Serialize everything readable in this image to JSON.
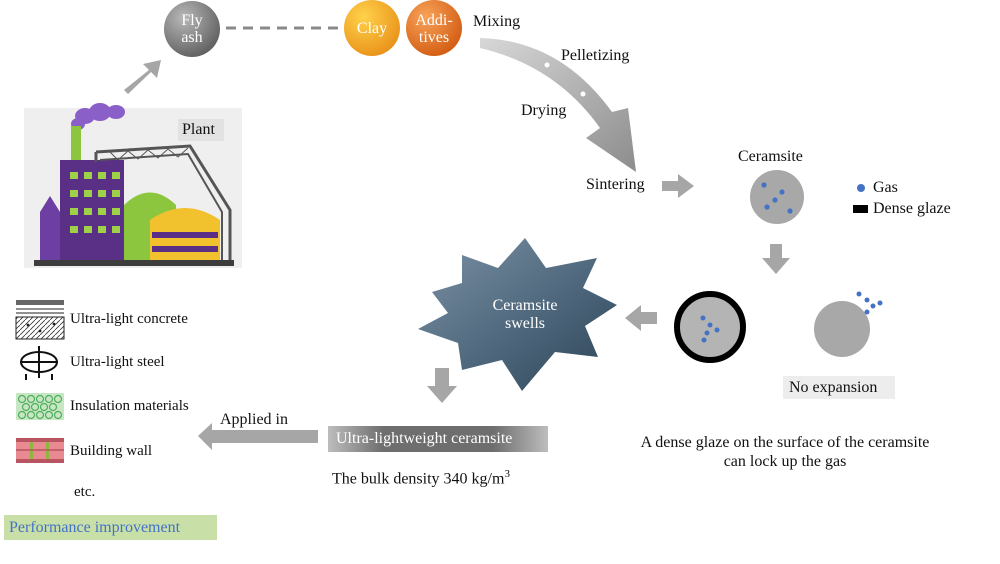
{
  "top_flow": {
    "fly_ash": [
      "Fly",
      "ash"
    ],
    "clay": "Clay",
    "additives": [
      "Addi-",
      "tives"
    ],
    "steps": [
      "Mixing",
      "Pelletizing",
      "Drying",
      "Sintering"
    ]
  },
  "plant_label": "Plant",
  "ceramsite": {
    "title": "Ceramsite",
    "legend": [
      {
        "label": "Gas",
        "symbol": "dot",
        "color": "#4472c4"
      },
      {
        "label": "Dense glaze",
        "symbol": "bar",
        "color": "#000000"
      }
    ],
    "no_expansion": "No expansion",
    "glaze_note": [
      "A dense glaze on the surface of the ceramsite",
      "can lock up the gas"
    ]
  },
  "swells": [
    "Ceramsite",
    "swells"
  ],
  "product": {
    "label": "Ultra-lightweight ceramsite",
    "density_prefix": "The bulk density 340 kg/m",
    "density_sup": "3"
  },
  "applied_in": "Applied in",
  "applications": [
    {
      "label": "Ultra-light concrete",
      "icon": "concrete-icon"
    },
    {
      "label": "Ultra-light steel",
      "icon": "steel-icon"
    },
    {
      "label": "Insulation materials",
      "icon": "insulation-icon"
    },
    {
      "label": "Building wall",
      "icon": "brick-wall-icon"
    }
  ],
  "etc": "etc.",
  "performance": "Performance improvement",
  "colors": {
    "grey_arrow": "#a6a6a6",
    "swell_star": "#4a6378",
    "clay": "#f0a020",
    "additives": "#e06a1e",
    "performance_bg": "#c8dfa8",
    "performance_text": "#4472c4"
  }
}
